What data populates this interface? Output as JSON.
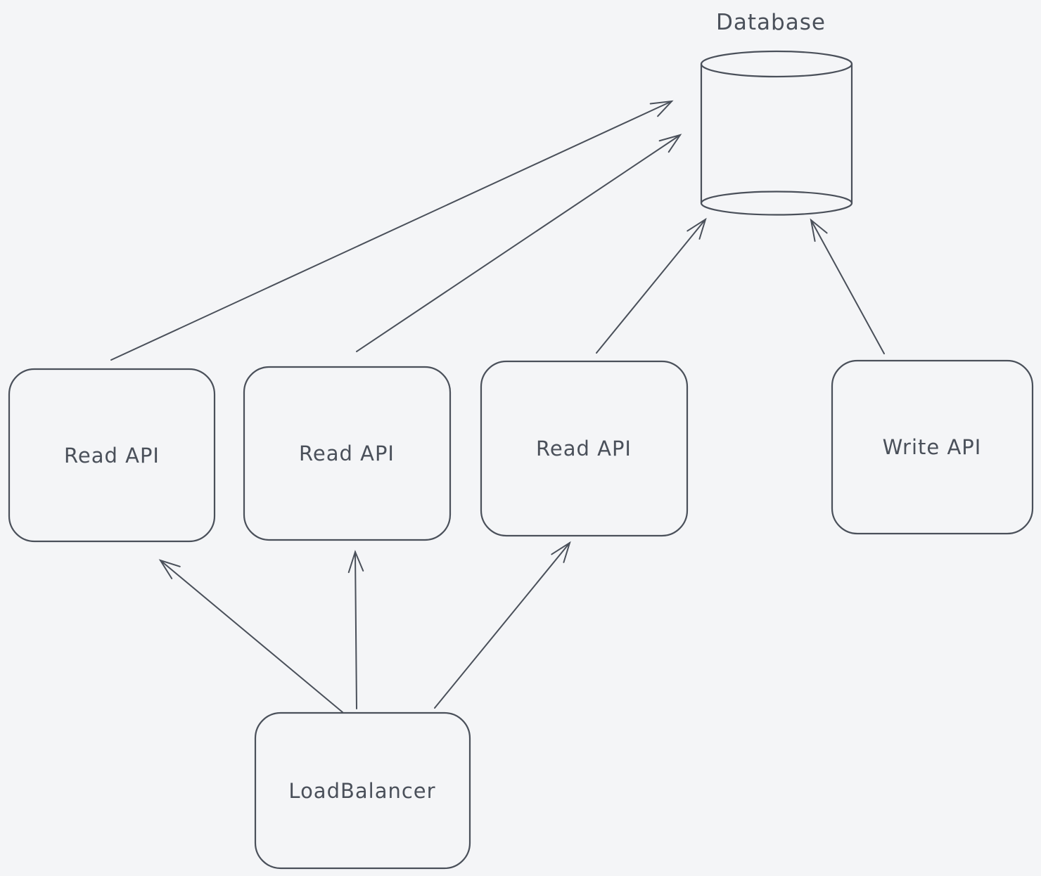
{
  "colors": {
    "stroke": "#4a505a",
    "background": "#f4f5f7"
  },
  "diagram": {
    "nodes": {
      "database": {
        "label": "Database",
        "shape": "cylinder"
      },
      "read_api_1": {
        "label": "Read API",
        "shape": "rounded-rectangle"
      },
      "read_api_2": {
        "label": "Read API",
        "shape": "rounded-rectangle"
      },
      "read_api_3": {
        "label": "Read API",
        "shape": "rounded-rectangle"
      },
      "write_api": {
        "label": "Write API",
        "shape": "rounded-rectangle"
      },
      "load_balancer": {
        "label": "LoadBalancer",
        "shape": "rounded-rectangle"
      }
    },
    "edges": [
      {
        "from": "read_api_1",
        "to": "database"
      },
      {
        "from": "read_api_2",
        "to": "database"
      },
      {
        "from": "read_api_3",
        "to": "database"
      },
      {
        "from": "write_api",
        "to": "database"
      },
      {
        "from": "load_balancer",
        "to": "read_api_1"
      },
      {
        "from": "load_balancer",
        "to": "read_api_2"
      },
      {
        "from": "load_balancer",
        "to": "read_api_3"
      }
    ]
  }
}
